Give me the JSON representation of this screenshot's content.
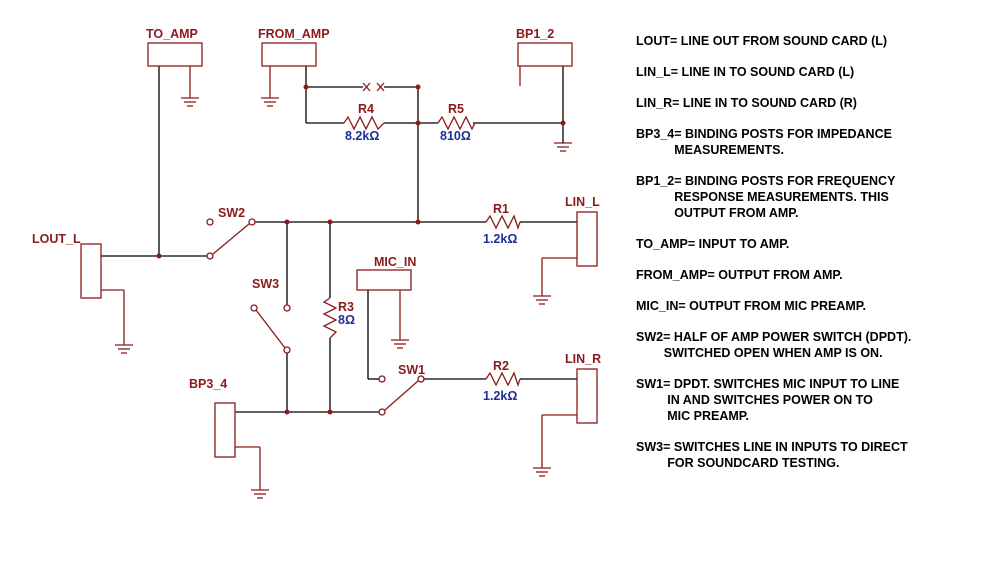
{
  "components": {
    "to_amp": "TO_AMP",
    "from_amp": "FROM_AMP",
    "bp1_2": "BP1_2",
    "bp3_4": "BP3_4",
    "lout_l": "LOUT_L",
    "lin_l": "LIN_L",
    "lin_r": "LIN_R",
    "mic_in": "MIC_IN",
    "sw1": "SW1",
    "sw2": "SW2",
    "sw3": "SW3",
    "r1": {
      "name": "R1",
      "value": "1.2kΩ"
    },
    "r2": {
      "name": "R2",
      "value": "1.2kΩ"
    },
    "r3": {
      "name": "R3",
      "value": "8Ω"
    },
    "r4": {
      "name": "R4",
      "value": "8.2kΩ"
    },
    "r5": {
      "name": "R5",
      "value": "810Ω"
    }
  },
  "notes": [
    "LOUT= LINE OUT FROM SOUND CARD (L)",
    "LIN_L= LINE IN TO SOUND CARD (L)",
    "LIN_R= LINE IN TO SOUND CARD (R)",
    "BP3_4= BINDING POSTS FOR IMPEDANCE\n           MEASUREMENTS.",
    "BP1_2= BINDING POSTS FOR FREQUENCY\n           RESPONSE MEASUREMENTS. THIS\n           OUTPUT FROM AMP.",
    "TO_AMP= INPUT TO AMP.",
    "FROM_AMP= OUTPUT FROM AMP.",
    "MIC_IN= OUTPUT FROM MIC PREAMP.",
    "SW2= HALF OF AMP POWER SWITCH (DPDT).\n        SWITCHED OPEN WHEN AMP IS ON.",
    "SW1= DPDT. SWITCHES MIC INPUT TO LINE\n         IN AND SWITCHES POWER ON TO\n         MIC PREAMP.",
    "SW3= SWITCHES LINE IN INPUTS TO DIRECT\n         FOR SOUNDCARD TESTING."
  ]
}
